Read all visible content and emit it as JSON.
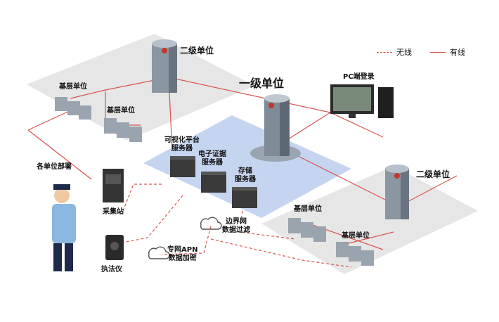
{
  "legend": {
    "wireless": "无线",
    "wired": "有线",
    "line_color": "#d9534f"
  },
  "nodes": {
    "level2_top": "二级单位",
    "level1": "一级单位",
    "level2_right": "二级单位",
    "base_top_left": "基层单位",
    "base_top_mid": "基层单位",
    "base_right_top": "基层单位",
    "base_right_bottom": "基层单位",
    "pc_login": "PC端登录",
    "server_visual_l1": "可视化平台",
    "server_visual_l2": "服务器",
    "server_evidence_l1": "电子证据",
    "server_evidence_l2": "服务器",
    "server_storage_l1": "存储",
    "server_storage_l2": "服务器",
    "deploy": "各单位部署",
    "collect_station": "采集站",
    "recorder": "执法仪",
    "apn_l1": "专网APN",
    "apn_l2": "数据加密",
    "border_l1": "边界网",
    "border_l2": "数据过滤"
  },
  "colors": {
    "platform": "#c7d4ee",
    "gray_area": "#e4e4e4",
    "building": "#7d8a96",
    "server": "#3a3a3a"
  }
}
